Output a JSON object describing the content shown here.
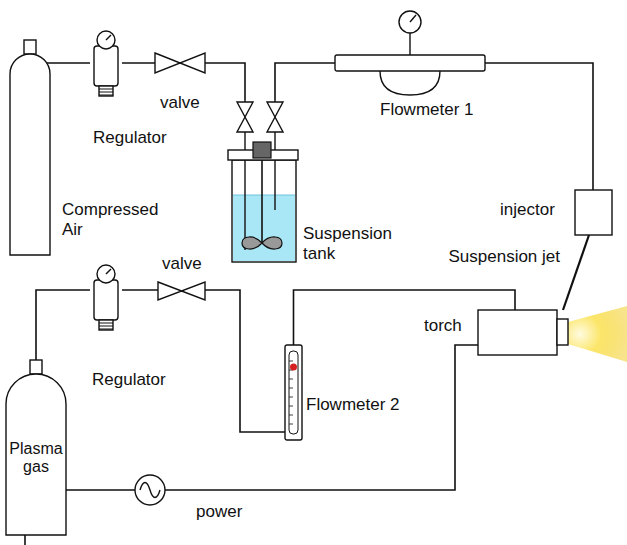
{
  "diagram": {
    "nodes": [
      {
        "text": [
          "Compressed Air"
        ]
      },
      {
        "text": [
          "Regulator"
        ]
      },
      {
        "text": [
          "valve"
        ]
      },
      {
        "text": [
          "Suspension tank"
        ]
      },
      {
        "text": [
          "Flowmeter 1"
        ]
      },
      {
        "text": [
          "injector"
        ]
      },
      {
        "text": [
          "Plasma gas"
        ]
      },
      {
        "text": [
          "Regulator"
        ]
      },
      {
        "text": [
          "valve"
        ]
      },
      {
        "text": [
          "Flowmeter 2"
        ]
      },
      {
        "text": [
          "torch"
        ]
      },
      {
        "text": [
          "power"
        ]
      }
    ],
    "edges": [
      {
        "from": 0,
        "to": 1,
        "arrow": "none"
      },
      {
        "from": 1,
        "to": 2,
        "arrow": "none"
      },
      {
        "from": 2,
        "to": 3,
        "arrow": "none"
      },
      {
        "from": 3,
        "to": 4,
        "arrow": "none"
      },
      {
        "from": 4,
        "to": 5,
        "arrow": "none"
      },
      {
        "from": 5,
        "to": 10,
        "arrow": "none"
      },
      {
        "from": 6,
        "to": 7,
        "arrow": "none"
      },
      {
        "from": 7,
        "to": 8,
        "arrow": "none"
      },
      {
        "from": 8,
        "to": 9,
        "arrow": "none"
      },
      {
        "from": 9,
        "to": 10,
        "arrow": "none"
      },
      {
        "from": 11,
        "to": 10,
        "arrow": "none"
      }
    ],
    "labels": [
      "Suspension jet"
    ]
  }
}
